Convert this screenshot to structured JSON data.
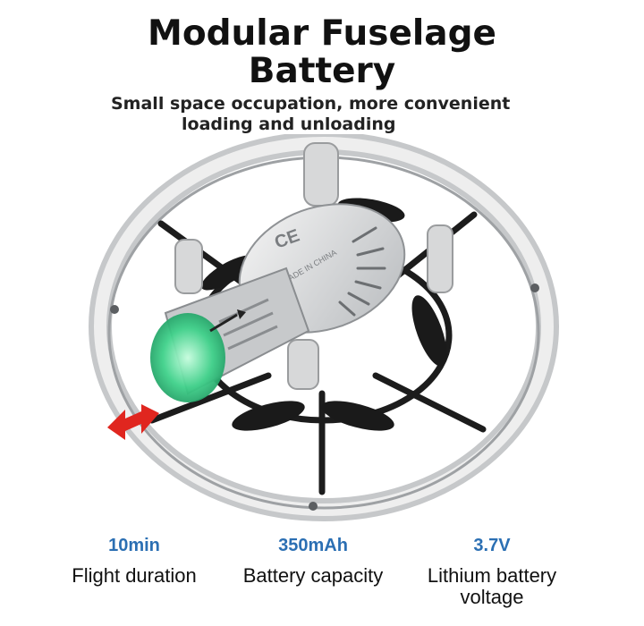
{
  "header": {
    "title_line1": "Modular Fuselage",
    "title_line2": "Battery",
    "subtitle_line1": "Small space occupation, more convenient",
    "subtitle_line2": "loading and unloading"
  },
  "product_markings": {
    "badge": "CE",
    "origin": "MADE IN CHINA"
  },
  "specs": [
    {
      "value": "10min",
      "label": "Flight duration"
    },
    {
      "value": "350mAh",
      "label": "Battery capacity"
    },
    {
      "value": "3.7V",
      "label": "Lithium battery voltage"
    }
  ],
  "colors": {
    "spec_value": "#2b6fb3",
    "battery_glow": "#3fd18a",
    "arrow": "#e0261f",
    "frame": "#d9dadb"
  }
}
